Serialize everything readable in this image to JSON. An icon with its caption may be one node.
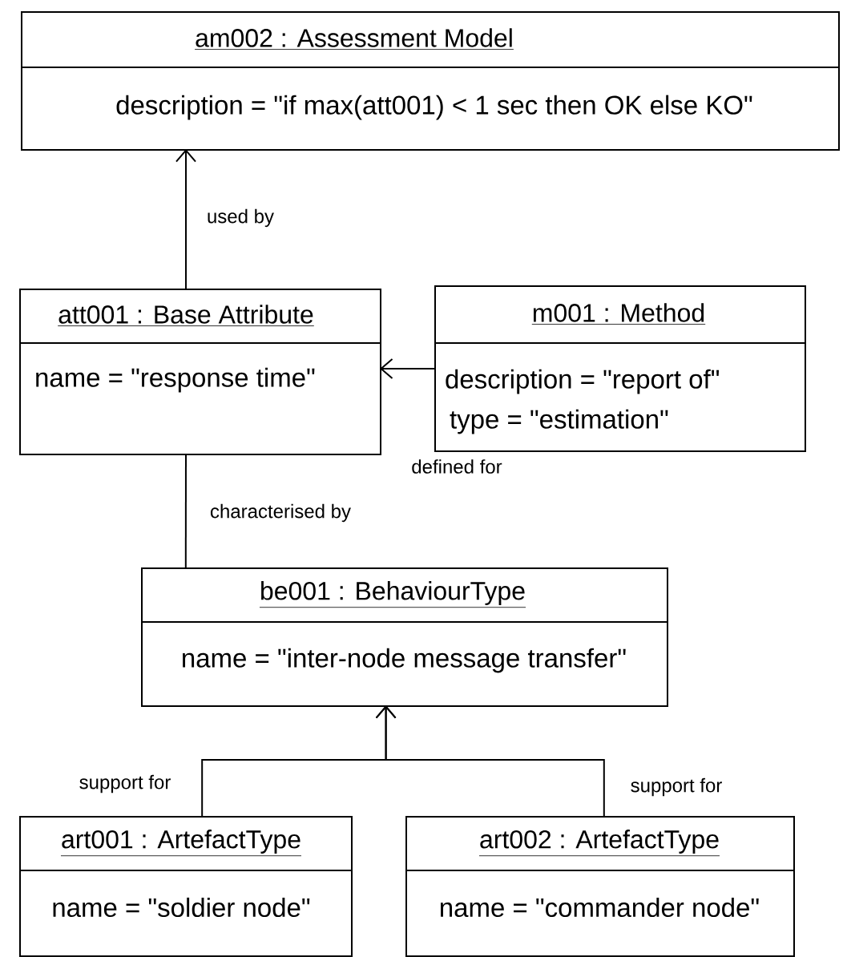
{
  "diagram": {
    "nodes": [
      {
        "text": [
          "am002 : Assessment Model",
          "description = \"if max(att001) < 1 sec then OK else KO\""
        ]
      },
      {
        "text": [
          "att001 : Base Attribute",
          "name = \"response time\""
        ]
      },
      {
        "text": [
          "m001 : Method",
          "description = \"report of\"",
          "type = \"estimation\""
        ]
      },
      {
        "text": [
          "be001 : BehaviourType",
          "name = \"inter-node message transfer\""
        ]
      },
      {
        "text": [
          "art001 : ArtefactType",
          "name = \"soldier node\""
        ]
      },
      {
        "text": [
          "art002 : ArtefactType",
          "name = \"commander node\""
        ]
      }
    ],
    "edges": [
      {
        "from": 1,
        "to": 0,
        "arrow": "to",
        "label": "used by"
      },
      {
        "from": 2,
        "to": 1,
        "arrow": "to",
        "label": "defined for"
      },
      {
        "from": 1,
        "to": 3,
        "arrow": "none",
        "label": "characterised by"
      },
      {
        "from": 4,
        "to": 3,
        "arrow": "to",
        "label": "support for"
      },
      {
        "from": 5,
        "to": 3,
        "arrow": "to",
        "label": "support for"
      }
    ]
  }
}
